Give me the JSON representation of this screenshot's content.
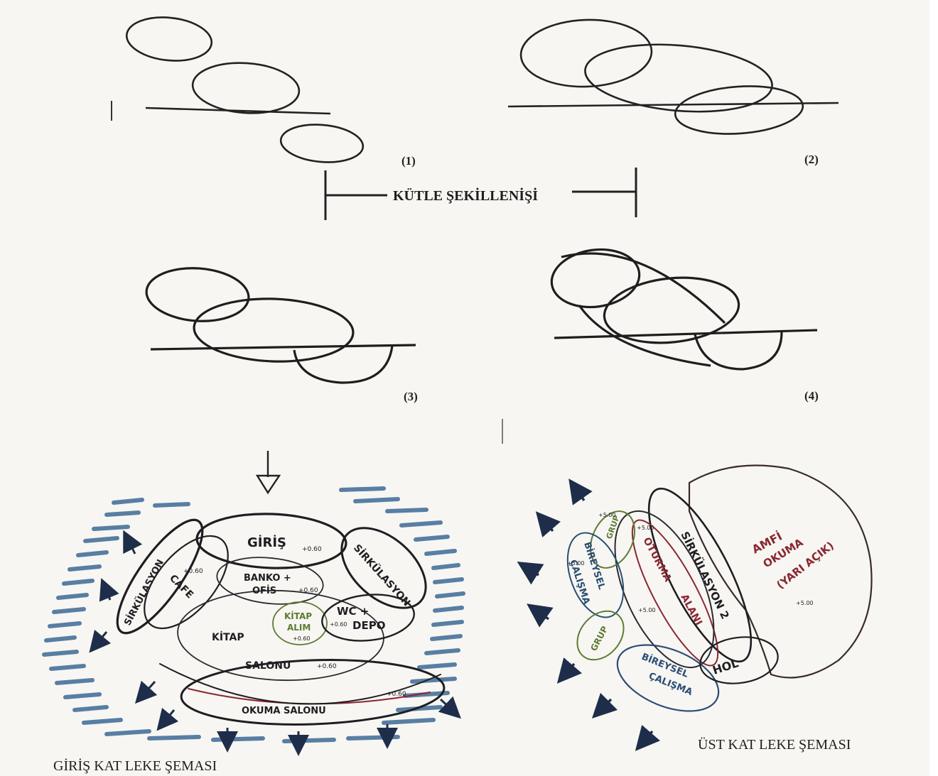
{
  "top_section": {
    "title": "KÜTLE ŞEKİLLENİŞİ",
    "steps": [
      "(1)",
      "(2)",
      "(3)",
      "(4)"
    ]
  },
  "ground_floor": {
    "caption": "GİRİŞ KAT LEKE ŞEMASI",
    "labels": {
      "giris": "GİRİŞ",
      "giris_level": "+0.60",
      "sirkulasyon_left": "SİRKÜLASYON",
      "cafe": "CAFE",
      "cafe_level": "+0.60",
      "banko_line1": "BANKO +",
      "banko_line2": "OFİS",
      "banko_level": "+0.60",
      "sirkulasyon_right": "SİRKÜLASYON",
      "kitap_alim_line1": "KİTAP",
      "kitap_alim_line2": "ALIM",
      "kitap_alim_level": "+0.60",
      "wc_line1": "WC +",
      "wc_line2": "DEPO",
      "wc_level": "+0.60",
      "kitap_salonu_line1": "KİTAP",
      "kitap_salonu_line2": "SALONU",
      "kitap_salonu_level": "+0.60",
      "okuma_salonu": "OKUMA SALONU",
      "okuma_level": "+0.60"
    },
    "colors": {
      "ink": "#1e1e22",
      "blue": "#2a4e74",
      "red": "#8a2632",
      "green": "#5f7a33"
    }
  },
  "upper_floor": {
    "caption": "ÜST KAT LEKE ŞEMASI",
    "labels": {
      "grup_top": "GRUP",
      "grup_top_level": "+5.00",
      "bireysel_left_line1": "BİREYSEL",
      "bireysel_left_line2": "ÇALIŞMA",
      "bireysel_left_level": "+5.00",
      "okuma_alani_line1": "OTURMA",
      "okuma_alani_line2": "ALANI",
      "okuma_alani_level": "+5.00",
      "sirkulasyon2": "SİRKÜLASYON 2",
      "top_level": "+5.00",
      "amfi_line1": "AMFİ",
      "amfi_line2": "OKUMA",
      "amfi_line3": "(YARI AÇIK)",
      "amfi_level": "+5.00",
      "grup_low": "GRUP",
      "hol": "HOL",
      "bireysel_bottom_line1": "BİREYSEL",
      "bireysel_bottom_line2": "ÇALIŞMA"
    }
  }
}
